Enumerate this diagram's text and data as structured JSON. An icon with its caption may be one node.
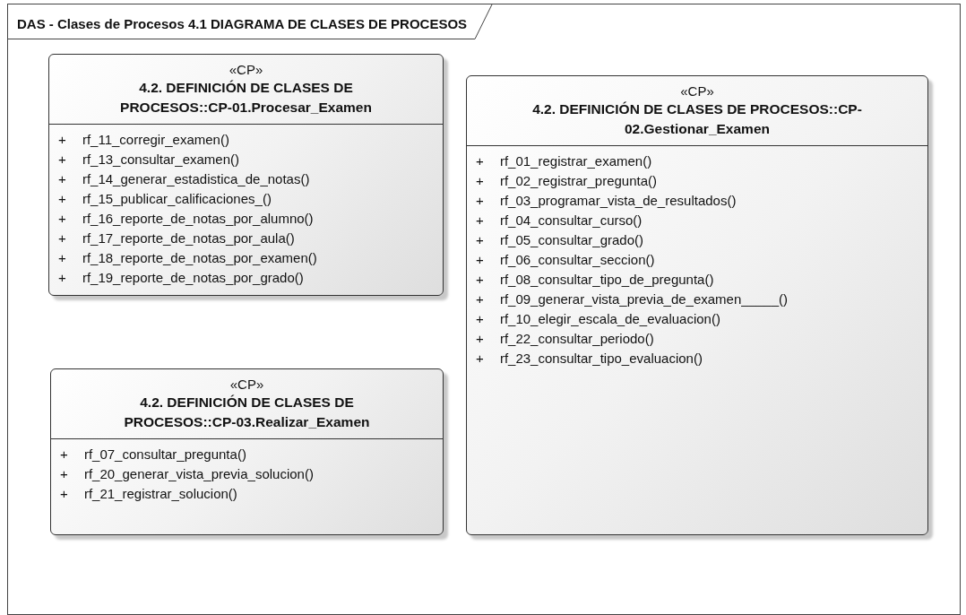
{
  "diagram": {
    "nodes": [
      {
        "text": [
          "DAS - Clases de Procesos 4.1 DIAGRAMA DE CLASES DE PROCESOS"
        ]
      },
      {
        "text": [
          "«CP»",
          "4.2. DEFINICIÓN DE CLASES DE PROCESOS::CP-01.Procesar_Examen",
          "+ rf_11_corregir_examen()",
          "+ rf_13_consultar_examen()",
          "+ rf_14_generar_estadistica_de_notas()",
          "+ rf_15_publicar_calificaciones_()",
          "+ rf_16_reporte_de_notas_por_alumno()",
          "+ rf_17_reporte_de_notas_por_aula()",
          "+ rf_18_reporte_de_notas_por_examen()",
          "+ rf_19_reporte_de_notas_por_grado()"
        ],
        "in": 0
      },
      {
        "text": [
          "«CP»",
          "4.2. DEFINICIÓN DE CLASES DE PROCESOS::CP-02.Gestionar_Examen",
          "+ rf_01_registrar_examen()",
          "+ rf_02_registrar_pregunta()",
          "+ rf_03_programar_vista_de_resultados()",
          "+ rf_04_consultar_curso()",
          "+ rf_05_consultar_grado()",
          "+ rf_06_consultar_seccion()",
          "+ rf_08_consultar_tipo_de_pregunta()",
          "+ rf_09_generar_vista_previa_de_examen_____()",
          "+ rf_10_elegir_escala_de_evaluacion()",
          "+ rf_22_consultar_periodo()",
          "+ rf_23_consultar_tipo_evaluacion()"
        ],
        "in": 0
      },
      {
        "text": [
          "«CP»",
          "4.2. DEFINICIÓN DE CLASES DE PROCESOS::CP-03.Realizar_Examen",
          "+ rf_07_consultar_pregunta()",
          "+ rf_20_generar_vista_previa_solucion()",
          "+ rf_21_registrar_solucion()"
        ],
        "in": 0
      }
    ],
    "edges": []
  }
}
